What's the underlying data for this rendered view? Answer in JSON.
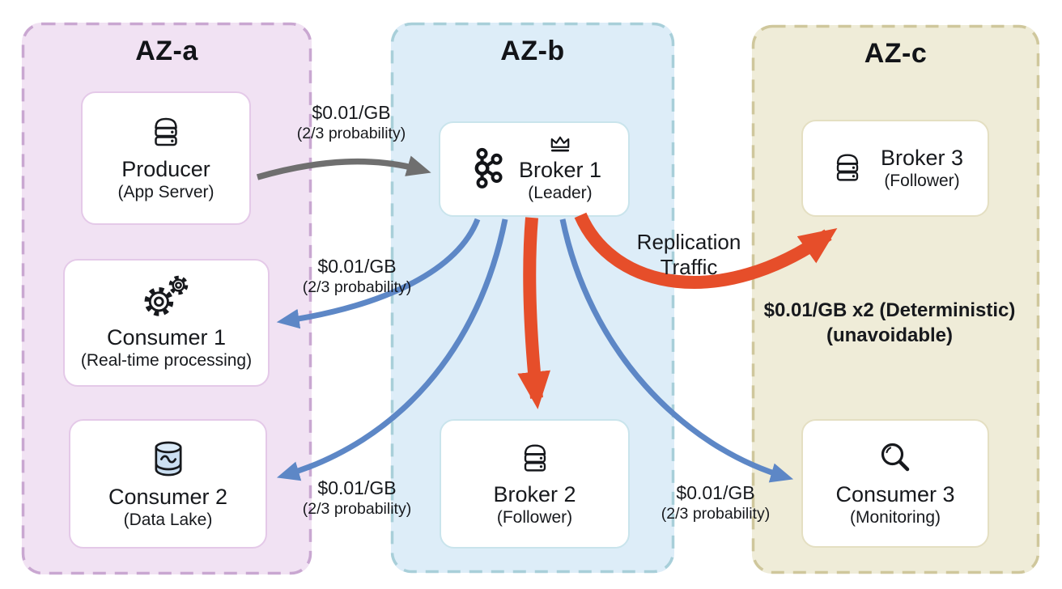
{
  "zones": [
    {
      "label": "AZ-a"
    },
    {
      "label": "AZ-b"
    },
    {
      "label": "AZ-c"
    }
  ],
  "nodes": {
    "producer": {
      "title": "Producer",
      "subtitle": "(App Server)",
      "icon": "server-icon"
    },
    "consumer1": {
      "title": "Consumer 1",
      "subtitle": "(Real-time processing)",
      "icon": "gears-icon"
    },
    "consumer2": {
      "title": "Consumer 2",
      "subtitle": "(Data Lake)",
      "icon": "database-icon"
    },
    "broker1": {
      "title": "Broker 1",
      "subtitle": "(Leader)",
      "icon": "kafka-icon",
      "badge": "crown-icon"
    },
    "broker2": {
      "title": "Broker 2",
      "subtitle": "(Follower)",
      "icon": "server-icon"
    },
    "broker3": {
      "title": "Broker 3",
      "subtitle": "(Follower)",
      "icon": "server-icon"
    },
    "consumer3": {
      "title": "Consumer 3",
      "subtitle": "(Monitoring)",
      "icon": "magnifier-icon"
    }
  },
  "edge_labels": {
    "producer_broker1": {
      "line1": "$0.01/GB",
      "line2": "(2/3 probability)"
    },
    "broker1_consumer1": {
      "line1": "$0.01/GB",
      "line2": "(2/3 probability)"
    },
    "broker1_consumer2": {
      "line1": "$0.01/GB",
      "line2": "(2/3 probability)"
    },
    "broker1_consumer3": {
      "line1": "$0.01/GB",
      "line2": "(2/3 probability)"
    },
    "replication": {
      "line1": "Replication",
      "line2": "Traffic"
    },
    "deterministic": {
      "line1": "$0.01/GB x2 (Deterministic)",
      "line2": "(unavoidable)"
    }
  },
  "colors": {
    "zone_a_bg": "#f1e2f3",
    "zone_a_border": "#c9a7d1",
    "zone_b_bg": "#ddedf8",
    "zone_b_border": "#a8cfd9",
    "zone_c_bg": "#efecd8",
    "zone_c_border": "#cfc79c",
    "arrow_blue": "#5d87c6",
    "arrow_red": "#e64e2a",
    "arrow_gray": "#6f6f6f",
    "text": "#17191d"
  }
}
